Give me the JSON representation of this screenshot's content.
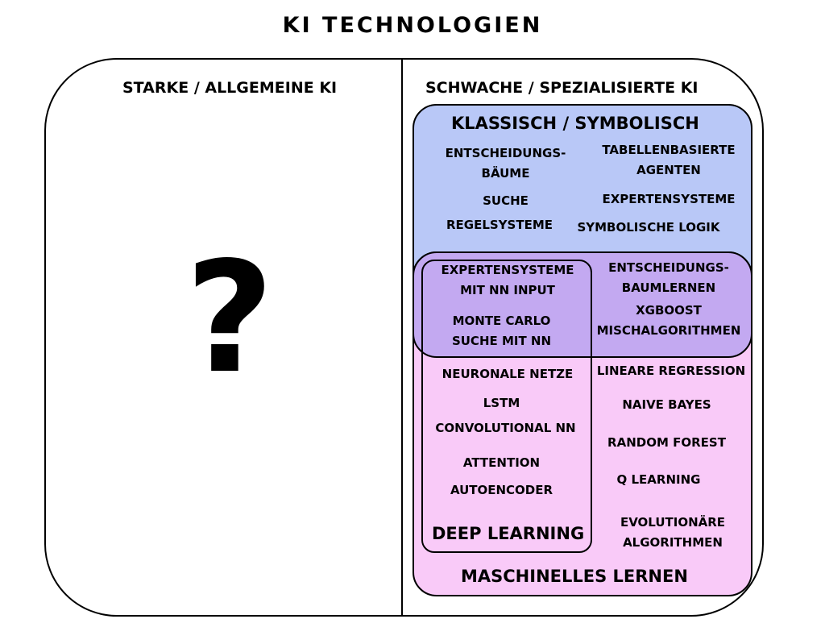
{
  "title": "KI TECHNOLOGIEN",
  "left_column": {
    "heading": "STARKE / ALLGEMEINE KI",
    "symbol": "?"
  },
  "right_column": {
    "heading": "SCHWACHE / SPEZIALISIERTE KI",
    "classical": {
      "title": "KLASSISCH / SYMBOLISCH",
      "items": {
        "decision_trees": "ENTSCHEIDUNGS-\nBÄUME",
        "table_agents": "TABELLENBASIERTE\nAGENTEN",
        "search": "SUCHE",
        "expert_systems": "EXPERTENSYSTEME",
        "rule_systems": "REGELSYSTEME",
        "symbolic_logic": "SYMBOLISCHE LOGIK"
      }
    },
    "overlap": {
      "expert_nn": "EXPERTENSYSTEME\nMIT NN INPUT",
      "monte_carlo": "MONTE CARLO\nSUCHE MIT NN",
      "tree_learning": "ENTSCHEIDUNGS-\nBAUMLERNEN",
      "xgboost": "XGBOOST\nMISCHALGORITHMEN"
    },
    "deep_learning": {
      "title": "DEEP LEARNING",
      "items": {
        "neural_nets": "NEURONALE NETZE",
        "lstm": "LSTM",
        "cnn": "CONVOLUTIONAL NN",
        "attention": "ATTENTION",
        "autoencoder": "AUTOENCODER"
      }
    },
    "machine_learning": {
      "title": "MASCHINELLES LERNEN",
      "items": {
        "linear_regression": "LINEARE REGRESSION",
        "naive_bayes": "NAIVE BAYES",
        "random_forest": "RANDOM FOREST",
        "q_learning": "Q LEARNING",
        "evolutionary": "EVOLUTIONÄRE\nALGORITHMEN"
      }
    }
  },
  "colors": {
    "classical_fill": "#b9c8f7",
    "ml_fill": "#f9caf8",
    "overlap_fill": "#c3a9f1"
  }
}
